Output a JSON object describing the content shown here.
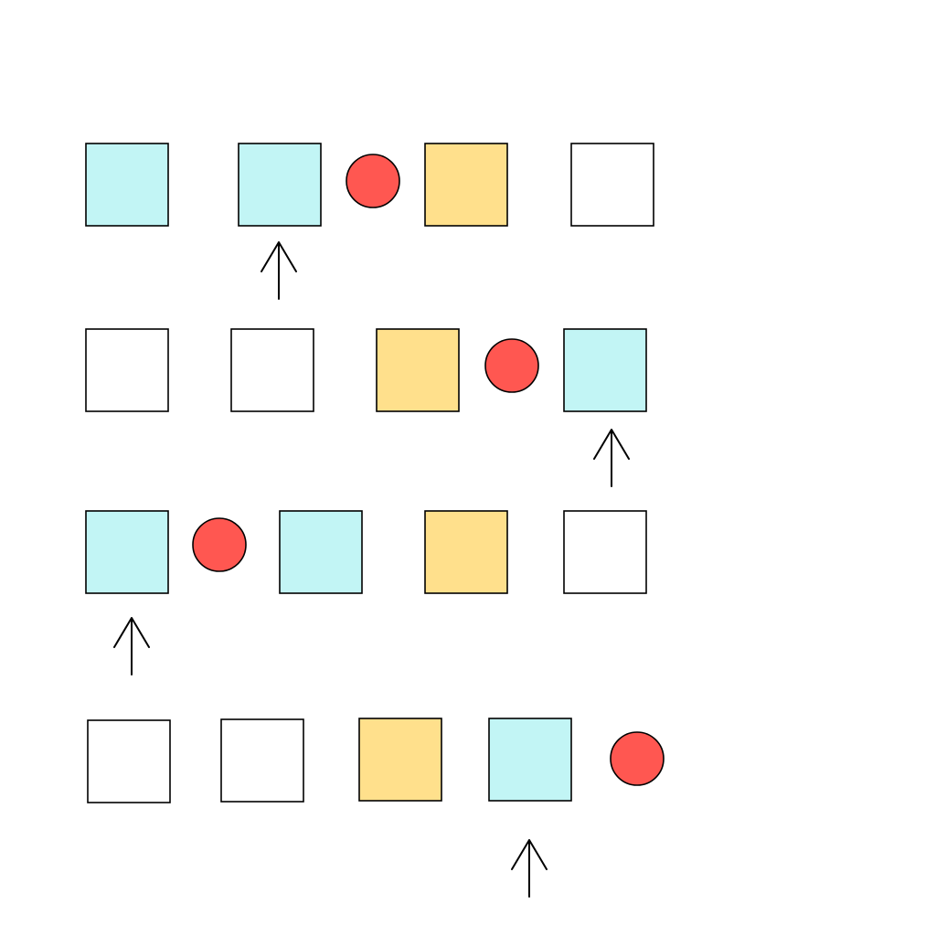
{
  "palette": {
    "cyan": "#c2f5f5",
    "yellow": "#ffe08c",
    "white": "#ffffff",
    "red": "#ff5751",
    "stroke": "#000000"
  },
  "rows": [
    {
      "squares": [
        "cyan",
        "cyan",
        "yellow",
        "white"
      ],
      "ball_after_square": 2,
      "arrow_under_square": 2
    },
    {
      "squares": [
        "white",
        "white",
        "yellow",
        "cyan"
      ],
      "ball_after_square": 3,
      "arrow_under_square": 4
    },
    {
      "squares": [
        "cyan",
        "cyan",
        "yellow",
        "white"
      ],
      "ball_after_square": 1,
      "arrow_under_square": 1
    },
    {
      "squares": [
        "white",
        "white",
        "yellow",
        "cyan"
      ],
      "ball_after_square": 4,
      "arrow_under_square": 4
    }
  ]
}
